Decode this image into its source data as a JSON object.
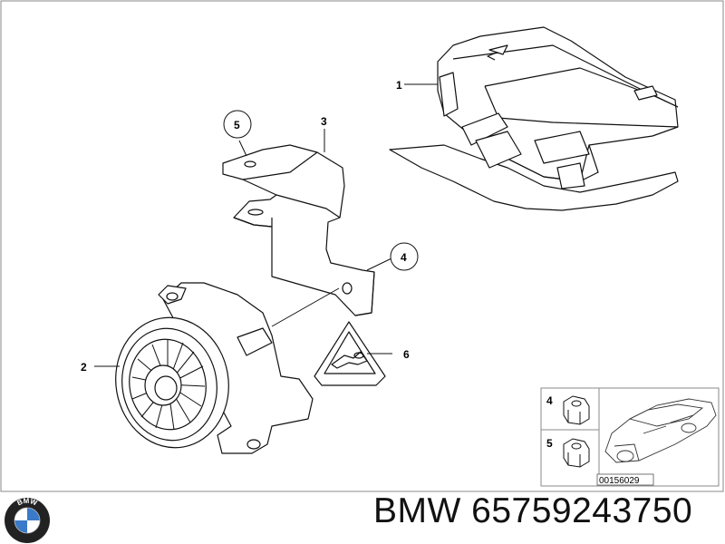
{
  "callouts": {
    "c1": "1",
    "c2": "2",
    "c3": "3",
    "c4": "4",
    "c5": "5",
    "c6": "6"
  },
  "inset": {
    "item_a": "4",
    "item_b": "5",
    "reference": "00156029"
  },
  "footer": {
    "brand": "BMW",
    "part_number": "65759243750",
    "logo_text": "BMW"
  },
  "colors": {
    "line": "#111111",
    "frame": "#8a8a8a",
    "brand_blue": "#3a7ac8"
  }
}
